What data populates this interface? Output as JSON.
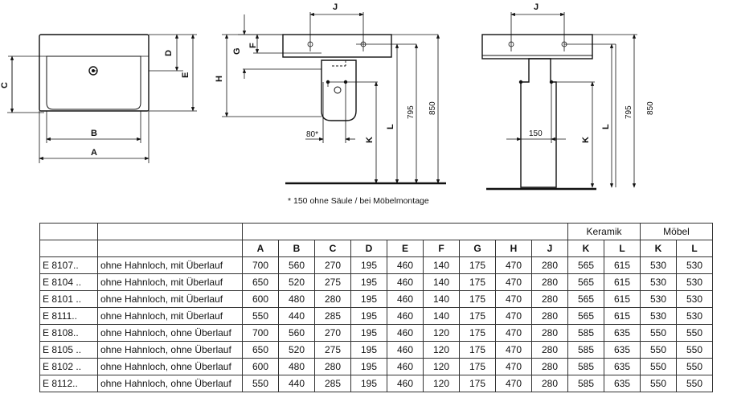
{
  "labels": {
    "top_view": {
      "A": "A",
      "B": "B",
      "C": "C",
      "D": "D",
      "E": "E"
    },
    "side_view": {
      "J": "J",
      "F": "F",
      "G": "G",
      "H": "H",
      "K": "K",
      "L": "L",
      "v795": "795",
      "v850": "850",
      "v80": "80*"
    },
    "front_view": {
      "J": "J",
      "K": "K",
      "L": "L",
      "v795": "795",
      "v850": "850",
      "v150": "150"
    }
  },
  "note": "* 150 ohne Säule / bei Möbelmontage",
  "table": {
    "group_headers": [
      "Keramik",
      "Möbel"
    ],
    "columns": [
      "A",
      "B",
      "C",
      "D",
      "E",
      "F",
      "G",
      "H",
      "J",
      "K",
      "L",
      "K",
      "L"
    ],
    "rows": [
      {
        "code": "E 8107..",
        "desc": "ohne Hahnloch, mit Überlauf",
        "values": [
          "700",
          "560",
          "270",
          "195",
          "460",
          "140",
          "175",
          "470",
          "280",
          "565",
          "615",
          "530",
          "530"
        ]
      },
      {
        "code": "E 8104 ..",
        "desc": "ohne Hahnloch, mit Überlauf",
        "values": [
          "650",
          "520",
          "275",
          "195",
          "460",
          "140",
          "175",
          "470",
          "280",
          "565",
          "615",
          "530",
          "530"
        ]
      },
      {
        "code": "E 8101 ..",
        "desc": "ohne Hahnloch, mit Überlauf",
        "values": [
          "600",
          "480",
          "280",
          "195",
          "460",
          "140",
          "175",
          "470",
          "280",
          "565",
          "615",
          "530",
          "530"
        ]
      },
      {
        "code": "E 8111..",
        "desc": "ohne Hahnloch, mit Überlauf",
        "values": [
          "550",
          "440",
          "285",
          "195",
          "460",
          "140",
          "175",
          "470",
          "280",
          "565",
          "615",
          "530",
          "530"
        ]
      },
      {
        "code": "E 8108..",
        "desc": "ohne Hahnloch, ohne Überlauf",
        "values": [
          "700",
          "560",
          "270",
          "195",
          "460",
          "120",
          "175",
          "470",
          "280",
          "585",
          "635",
          "550",
          "550"
        ]
      },
      {
        "code": "E 8105 ..",
        "desc": "ohne Hahnloch, ohne Überlauf",
        "values": [
          "650",
          "520",
          "275",
          "195",
          "460",
          "120",
          "175",
          "470",
          "280",
          "585",
          "635",
          "550",
          "550"
        ]
      },
      {
        "code": "E 8102 ..",
        "desc": "ohne Hahnloch, ohne Überlauf",
        "values": [
          "600",
          "480",
          "280",
          "195",
          "460",
          "120",
          "175",
          "470",
          "280",
          "585",
          "635",
          "550",
          "550"
        ]
      },
      {
        "code": "E 8112..",
        "desc": "ohne Hahnloch, ohne Überlauf",
        "values": [
          "550",
          "440",
          "285",
          "195",
          "460",
          "120",
          "175",
          "470",
          "280",
          "585",
          "635",
          "550",
          "550"
        ]
      }
    ]
  }
}
